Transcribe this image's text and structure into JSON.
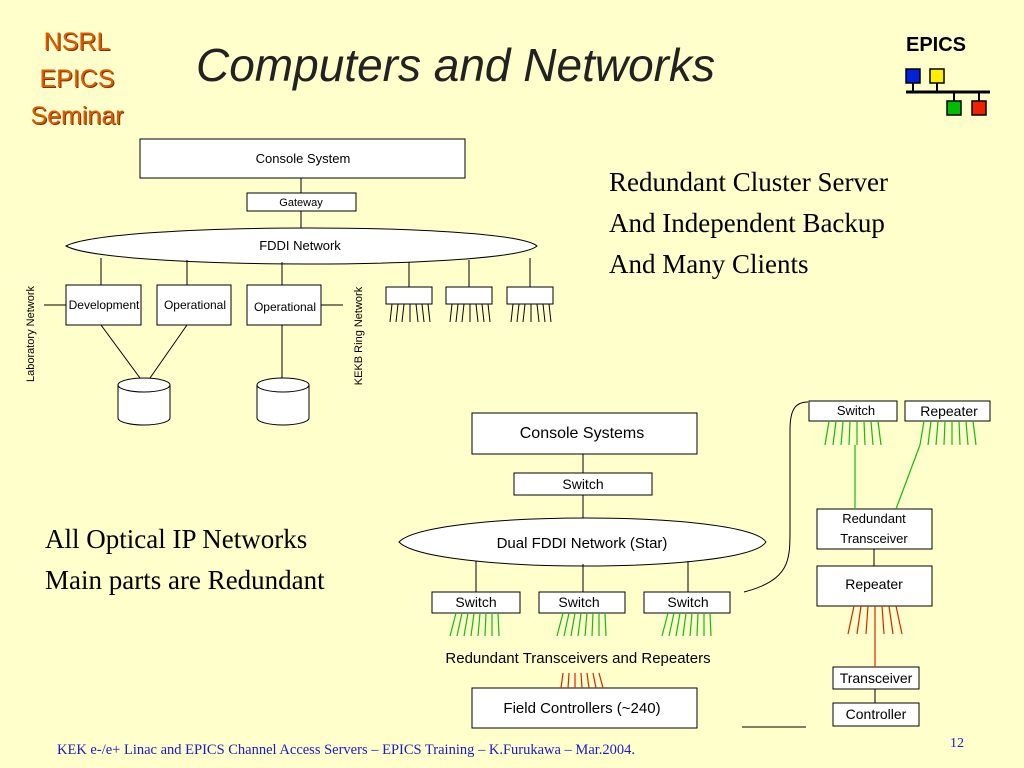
{
  "header": {
    "badge_line1": "NSRL",
    "badge_line2": "EPICS",
    "badge_line3": "Seminar",
    "title": "Computers and Networks",
    "epics_logo_text": "EPICS",
    "epics_logo_colors": [
      "#0022dd",
      "#ffee00",
      "#00bb00",
      "#ee2200"
    ]
  },
  "top_diagram": {
    "console_system": "Console System",
    "gateway": "Gateway",
    "fddi_network": "FDDI Network",
    "development": "Development",
    "operational_1": "Operational",
    "operational_2": "Operational",
    "laboratory_network": "Laboratory Network",
    "kekb_ring_network": "KEKB Ring Network"
  },
  "caption_top": [
    "Redundant Cluster Server",
    "And Independent Backup",
    "And Many Clients"
  ],
  "caption_bottom": [
    "All Optical IP Networks",
    "Main parts are Redundant"
  ],
  "bottom_diagram": {
    "console_systems": "Console Systems",
    "switch_top": "Switch",
    "dual_fddi": "Dual FDDI Network (Star)",
    "switch_1": "Switch",
    "switch_2": "Switch",
    "switch_3": "Switch",
    "transceivers_label": "Redundant Transceivers and Repeaters",
    "field_controllers": "Field Controllers (~240)"
  },
  "right_diagram": {
    "switch": "Switch",
    "repeater_top": "Repeater",
    "redundant_transceiver_line1": "Redundant",
    "redundant_transceiver_line2": "Transceiver",
    "repeater": "Repeater",
    "transceiver": "Transceiver",
    "controller": "Controller"
  },
  "footer": {
    "text": "KEK e-/e+ Linac and EPICS Channel Access Servers – EPICS Training – K.Furukawa – Mar.2004.",
    "page_number": "12"
  }
}
